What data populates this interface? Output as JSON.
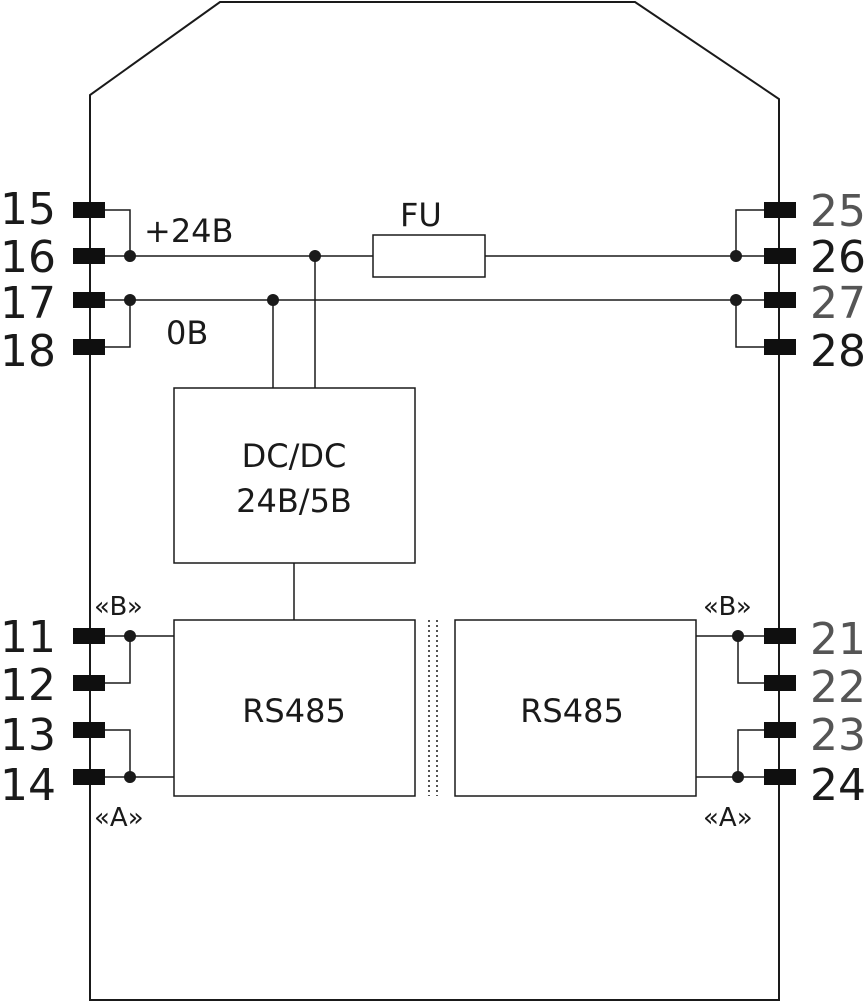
{
  "diagram": {
    "left_pins": [
      "15",
      "16",
      "17",
      "18",
      "11",
      "12",
      "13",
      "14"
    ],
    "right_pins": [
      "25",
      "26",
      "27",
      "28",
      "21",
      "22",
      "23",
      "24"
    ],
    "rail_plus": "+24B",
    "rail_zero": "0B",
    "fuse": "FU",
    "dcdc_line1": "DC/DC",
    "dcdc_line2": "24B/5B",
    "rs485_left": "RS485",
    "rs485_right": "RS485",
    "b_left": "«B»",
    "a_left": "«A»",
    "b_right": "«B»",
    "a_right": "«A»"
  },
  "colors": {
    "line": "#1a1a1a",
    "pin_dark": "#0f0f0f",
    "pin_light": "#555555"
  }
}
